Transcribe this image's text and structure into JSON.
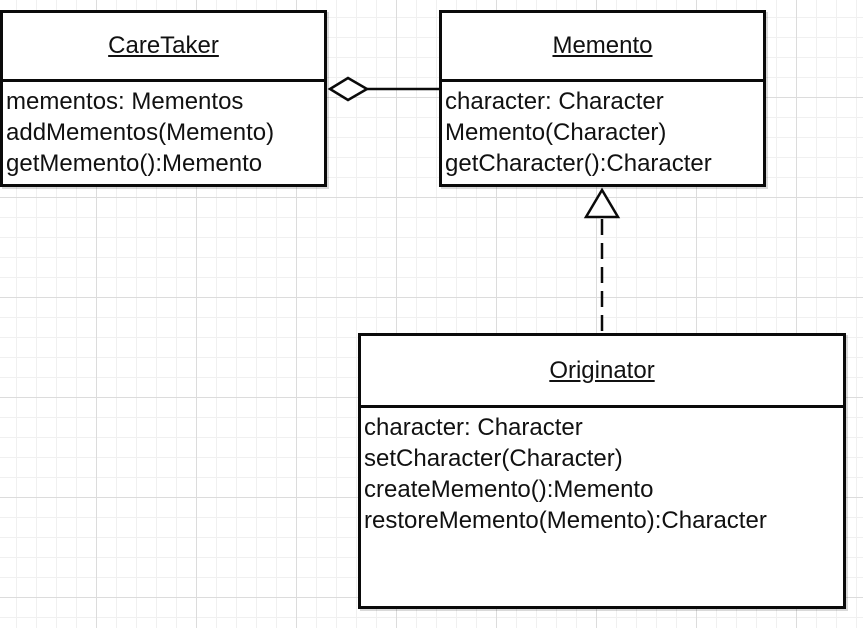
{
  "classes": {
    "caretaker": {
      "name": "CareTaker",
      "members": [
        "mementos: Mementos",
        "addMementos(Memento)",
        "getMemento():Memento"
      ]
    },
    "memento": {
      "name": "Memento",
      "members": [
        "character: Character",
        "Memento(Character)",
        "getCharacter():Character"
      ]
    },
    "originator": {
      "name": "Originator",
      "members": [
        "character: Character",
        "setCharacter(Character)",
        "createMemento():Memento",
        "restoreMemento(Memento):Character"
      ]
    }
  },
  "relationships": [
    {
      "from": "caretaker",
      "to": "memento",
      "type": "aggregation"
    },
    {
      "from": "originator",
      "to": "memento",
      "type": "realization"
    }
  ]
}
